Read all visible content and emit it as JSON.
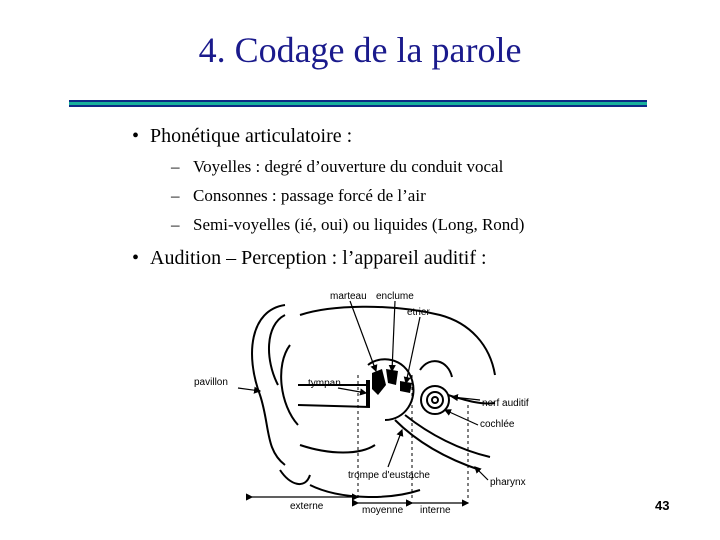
{
  "slide": {
    "title": "4. Codage de la parole",
    "page_number": "43",
    "accent_color": "#17b19c",
    "title_color": "#1a1a8c"
  },
  "bullets": [
    {
      "text": "Phonétique articulatoire :",
      "subitems": [
        "Voyelles : degré d’ouverture du conduit vocal",
        "Consonnes : passage forcé de l’air",
        "Semi-voyelles (ié, oui) ou liquides (Long, Rond)"
      ]
    },
    {
      "text": "Audition – Perception : l’appareil auditif :"
    }
  ],
  "diagram": {
    "labels": {
      "marteau": "marteau",
      "enclume": "enclume",
      "etrier": "etrier",
      "pavillon": "pavillon",
      "tympan": "tympan",
      "nerf": "nerf auditif",
      "cochlee": "cochlée",
      "trompe": "trompe d'eustache",
      "pharynx": "pharynx",
      "externe": "externe",
      "moyenne": "moyenne",
      "interne": "interne"
    }
  }
}
